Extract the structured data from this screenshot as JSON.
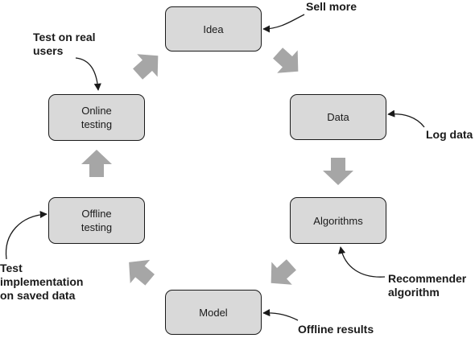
{
  "diagram": {
    "stages": {
      "idea": "Idea",
      "data": "Data",
      "algorithms": "Algorithms",
      "model": "Model",
      "offline_testing": "Offline\ntesting",
      "online_testing": "Online\ntesting"
    },
    "annotations": {
      "sell_more": "Sell more",
      "log_data": "Log data",
      "recommender_algorithm": "Recommender\nalgorithm",
      "offline_results": "Offline results",
      "test_implementation": "Test\nimplementation\non saved data",
      "test_on_real_users": "Test on real\nusers"
    },
    "colors": {
      "box_fill": "#d9d9d9",
      "box_border": "#1a1a1a",
      "flow_arrow": "#a6a6a6",
      "callout_line": "#1a1a1a"
    }
  }
}
